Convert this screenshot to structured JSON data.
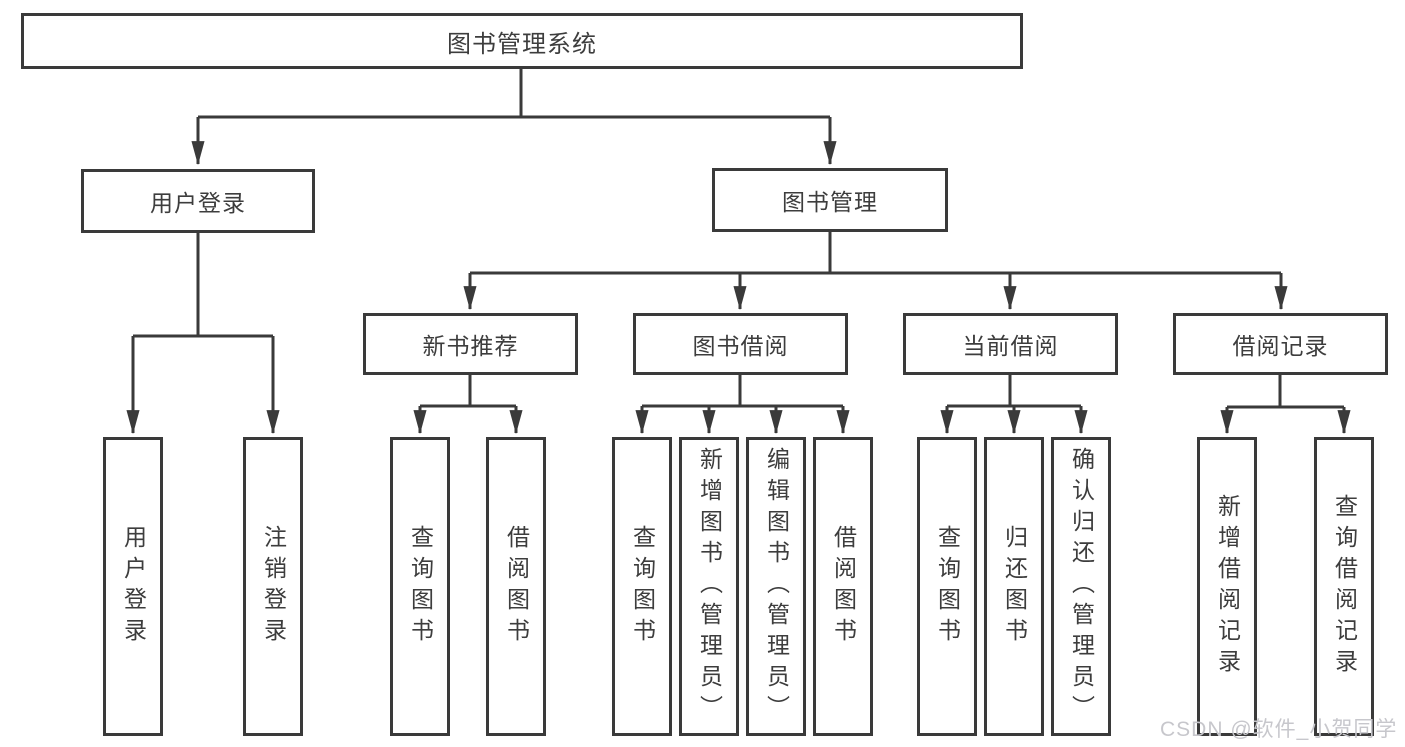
{
  "diagram": {
    "root": {
      "label": "图书管理系统"
    },
    "level2": [
      {
        "label": "用户登录",
        "children": [
          {
            "label": "用户登录"
          },
          {
            "label": "注销登录"
          }
        ]
      },
      {
        "label": "图书管理",
        "children": [
          {
            "label": "新书推荐",
            "children": [
              {
                "label": "查询图书"
              },
              {
                "label": "借阅图书"
              }
            ]
          },
          {
            "label": "图书借阅",
            "children": [
              {
                "label": "查询图书"
              },
              {
                "label": "新增图书（管理员）"
              },
              {
                "label": "编辑图书（管理员）"
              },
              {
                "label": "借阅图书"
              }
            ]
          },
          {
            "label": "当前借阅",
            "children": [
              {
                "label": "查询图书"
              },
              {
                "label": "归还图书"
              },
              {
                "label": "确认归还（管理员）"
              }
            ]
          },
          {
            "label": "借阅记录",
            "children": [
              {
                "label": "新增借阅记录"
              },
              {
                "label": "查询借阅记录"
              }
            ]
          }
        ]
      }
    ]
  },
  "watermark": {
    "text": "CSDN @软件_小贺同学"
  },
  "colors": {
    "line": "#3a3a3a",
    "text": "#3d3d3d",
    "background": "#ffffff",
    "watermark": "#c7c7cc"
  }
}
